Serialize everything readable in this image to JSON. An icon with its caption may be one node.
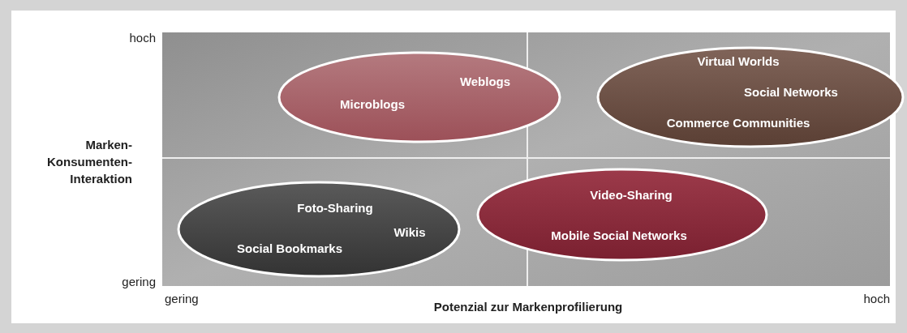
{
  "diagram": {
    "nodes": [
      {
        "text": [
          "Microblogs",
          "Weblogs"
        ]
      },
      {
        "text": [
          "Virtual Worlds",
          "Social Networks",
          "Commerce Communities"
        ]
      },
      {
        "text": [
          "Foto-Sharing",
          "Wikis",
          "Social Bookmarks"
        ]
      },
      {
        "text": [
          "Video-Sharing",
          "Mobile Social Networks"
        ]
      }
    ],
    "labels": [
      "hoch",
      "Marken- Konsumenten- Interaktion",
      "gering",
      "gering",
      "Potenzial zur Markenprofilierung",
      "hoch"
    ]
  }
}
